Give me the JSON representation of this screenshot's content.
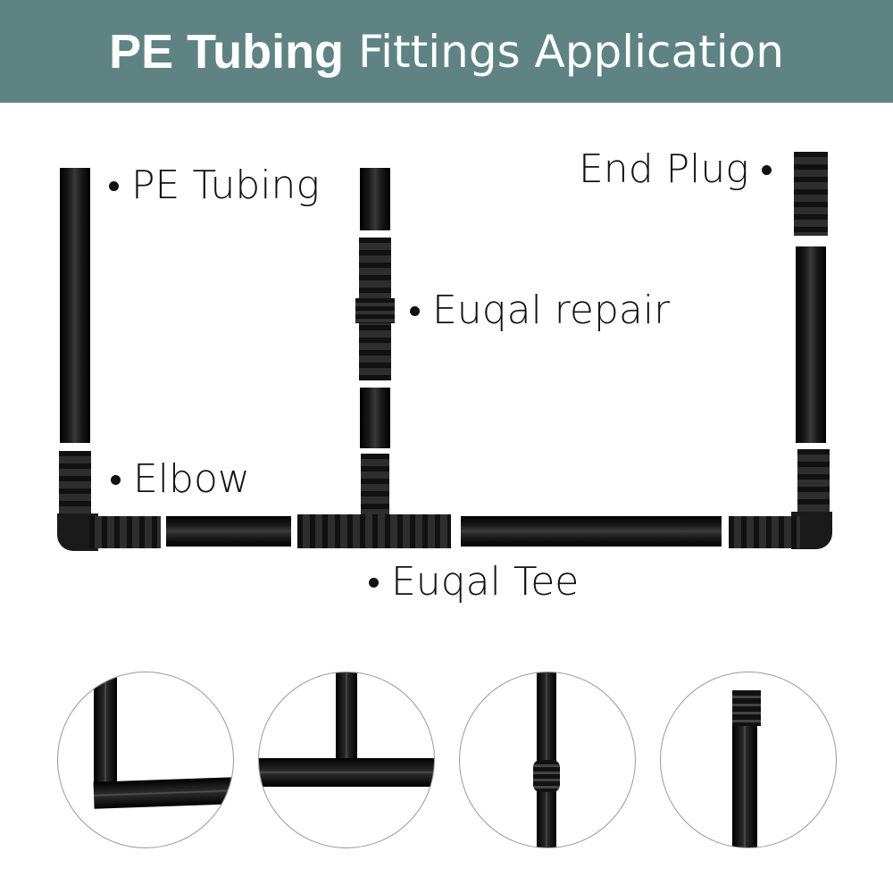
{
  "header": {
    "title_bold": "PE Tubing",
    "title_regular": "Fittings Application",
    "background_color": "#5f8383"
  },
  "labels": {
    "pe_tubing": "PE Tubing",
    "equal_repair": "Euqal repair",
    "elbow": "Elbow",
    "equal_tee": "Euqal Tee",
    "end_plug": "End Plug"
  },
  "detail_circles": [
    {
      "name": "elbow-detail"
    },
    {
      "name": "tee-detail"
    },
    {
      "name": "repair-detail"
    },
    {
      "name": "end-plug-detail"
    }
  ]
}
